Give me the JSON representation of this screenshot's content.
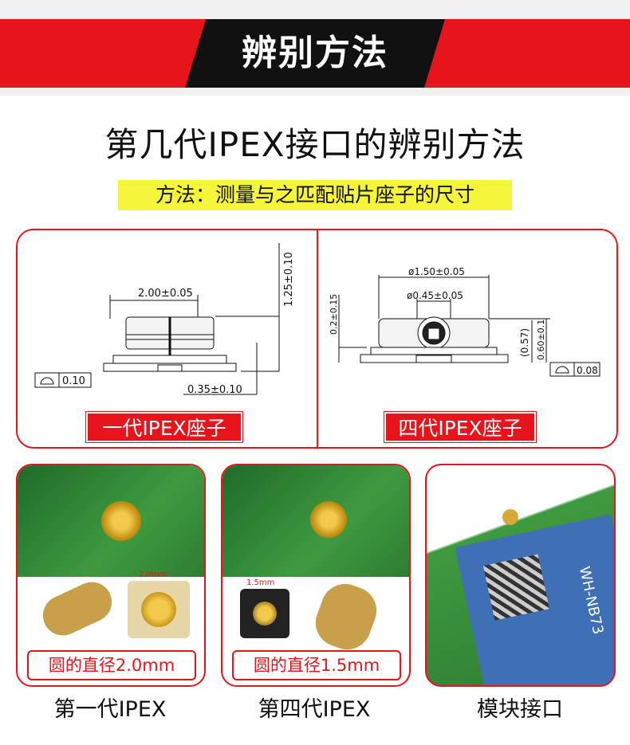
{
  "banner": {
    "title": "辨别方法"
  },
  "main_title": "第几代IPEX接口的辨别方法",
  "subtitle": "方法：测量与之匹配贴片座子的尺寸",
  "diagrams": {
    "gen1": {
      "label": "一代IPEX座子",
      "width_dim": "2.00±0.05",
      "height_dim": "1.25±0.10",
      "offset_dim": "0.35±0.10",
      "flatness": "0.10"
    },
    "gen4": {
      "label": "四代IPEX座子",
      "outer_dim": "ø1.50±0.05",
      "inner_dim": "ø0.45±0.05",
      "left_dim": "0.2±0.15",
      "ref_dim": "(0.57)",
      "height_dim": "0.60±0.1",
      "flatness": "0.08"
    }
  },
  "cards": [
    {
      "caption": "圆的直径2.0mm",
      "measure": "2.0mm",
      "label": "第一代IPEX"
    },
    {
      "caption": "圆的直径1.5mm",
      "measure": "1.5mm",
      "label": "第四代IPEX"
    },
    {
      "caption": "",
      "module_text": "WH-NB73",
      "label": "模块接口"
    }
  ],
  "colors": {
    "accent": "#e8141b",
    "highlight": "#f5f53a",
    "pcb": "#2e7d32"
  }
}
